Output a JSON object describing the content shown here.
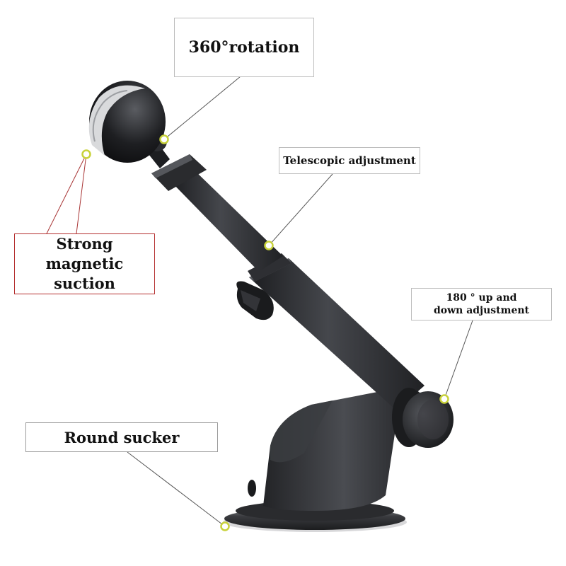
{
  "labels": {
    "rotation": "360°rotation",
    "telescopic": "Telescopic adjustment",
    "magnetic_line1": "Strong",
    "magnetic_line2": "magnetic suction",
    "updown_line1": "180 ° up and",
    "updown_line2": "down adjustment",
    "sucker": "Round sucker"
  },
  "colors": {
    "product_dark": "#2b2d31",
    "marker_ring": "#c8d23a",
    "magnetic_border": "#b53030",
    "leader_line": "#555555"
  }
}
